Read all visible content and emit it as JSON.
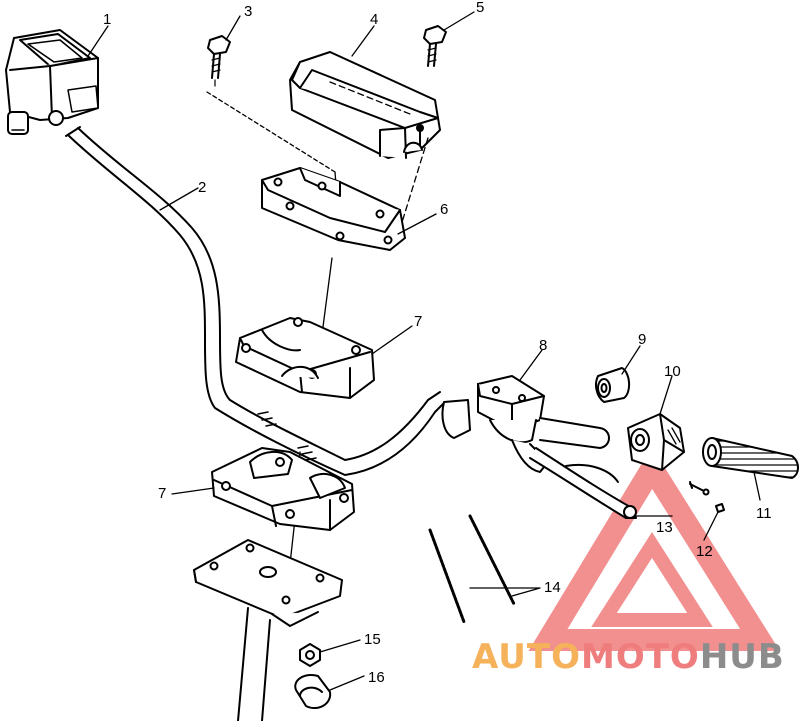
{
  "diagram": {
    "callouts": [
      {
        "id": "1",
        "label": "1"
      },
      {
        "id": "2",
        "label": "2"
      },
      {
        "id": "3",
        "label": "3"
      },
      {
        "id": "4",
        "label": "4"
      },
      {
        "id": "5",
        "label": "5"
      },
      {
        "id": "6",
        "label": "6"
      },
      {
        "id": "7a",
        "label": "7"
      },
      {
        "id": "7b",
        "label": "7"
      },
      {
        "id": "8",
        "label": "8"
      },
      {
        "id": "9",
        "label": "9"
      },
      {
        "id": "10",
        "label": "10"
      },
      {
        "id": "11",
        "label": "11"
      },
      {
        "id": "12",
        "label": "12"
      },
      {
        "id": "13",
        "label": "13"
      },
      {
        "id": "14",
        "label": "14"
      },
      {
        "id": "15",
        "label": "15"
      },
      {
        "id": "16",
        "label": "16"
      }
    ]
  },
  "watermark": {
    "part1": "AUTO",
    "part2": "MOTO",
    "part3": "HUB",
    "color_orange": "#f5b25a",
    "color_red": "#f07d7d",
    "color_gray": "#8c8c8c"
  }
}
